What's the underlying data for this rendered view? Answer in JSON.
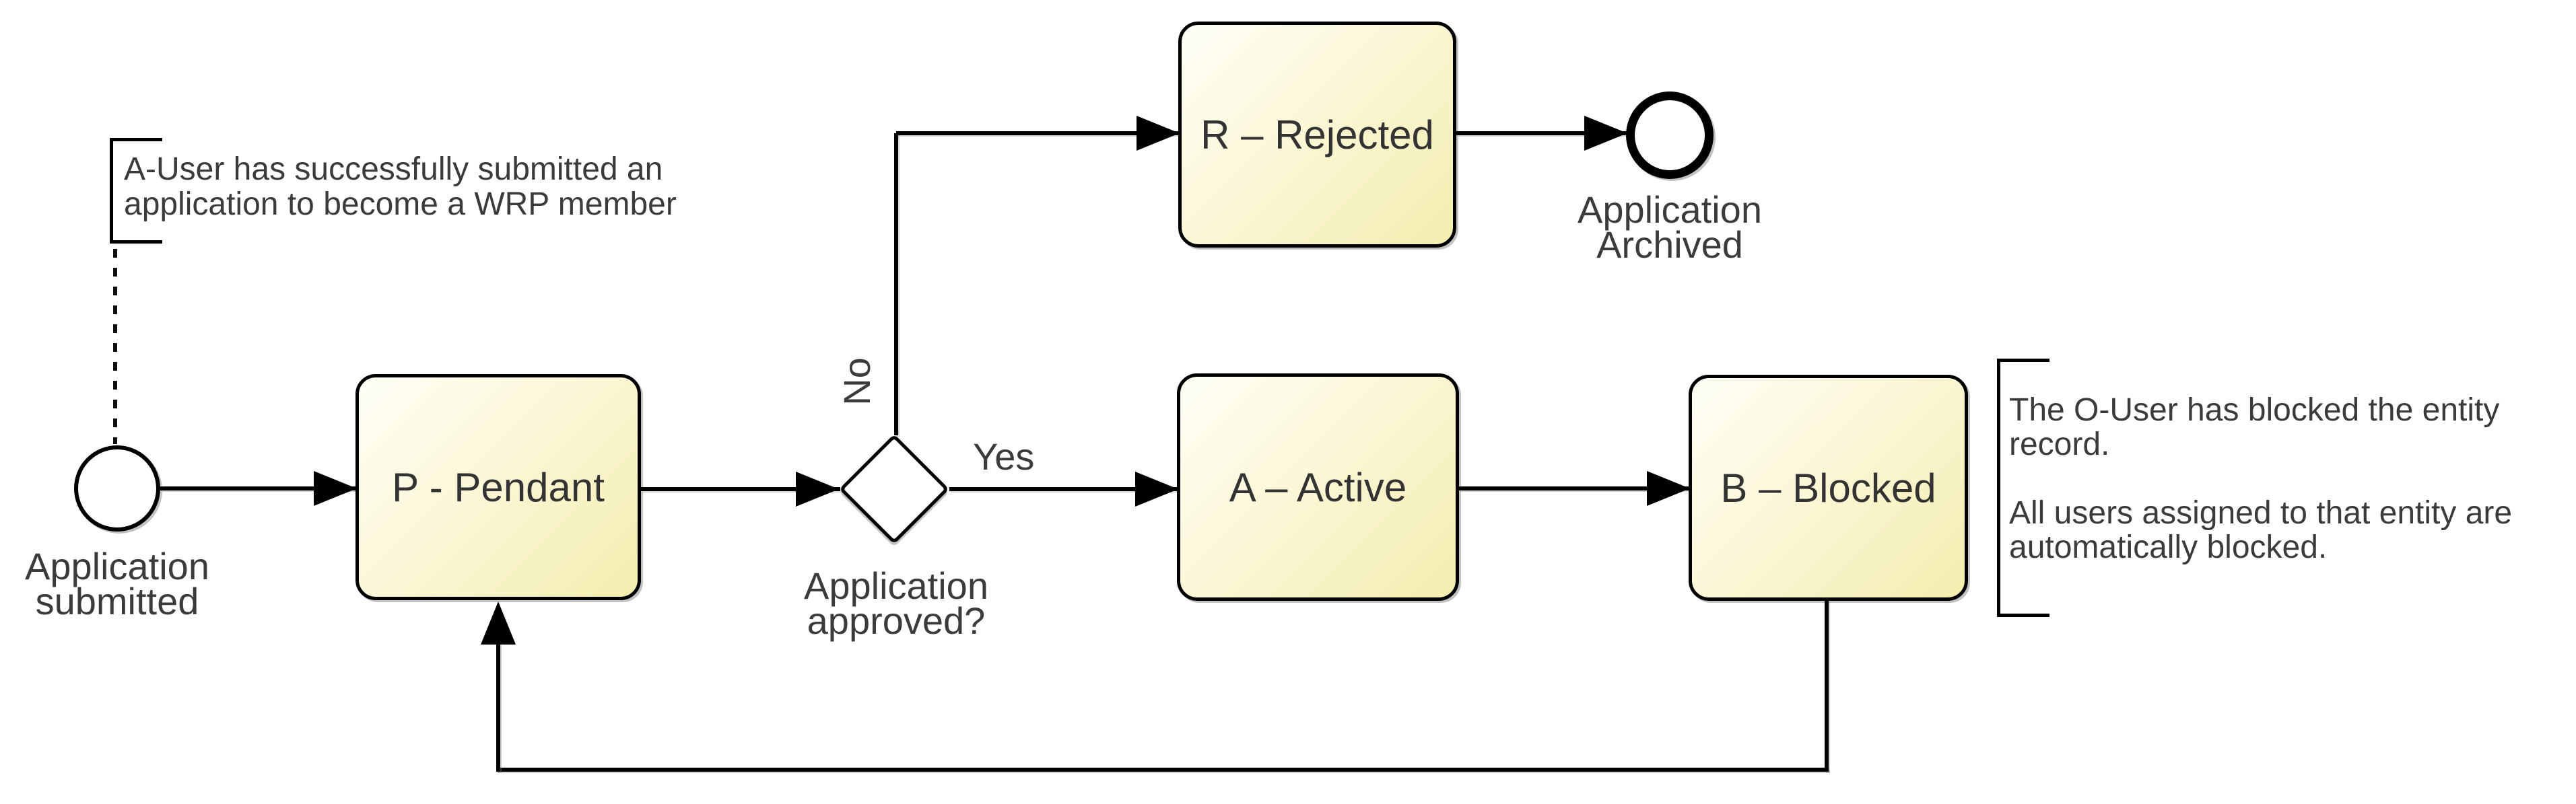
{
  "annotations": {
    "left": {
      "lines": [
        "A-User has successfully submitted an",
        "application to become a WRP member"
      ]
    },
    "right": {
      "lines": [
        "The O-User has blocked the entity",
        "record.",
        "All users assigned to that entity are",
        "automatically blocked."
      ]
    }
  },
  "events": {
    "start": {
      "lines": [
        "Application",
        "submitted"
      ]
    },
    "end": {
      "lines": [
        "Application",
        "Archived"
      ]
    }
  },
  "tasks": {
    "pendant": {
      "label": "P - Pendant"
    },
    "rejected": {
      "label": "R – Rejected"
    },
    "active": {
      "label": "A – Active"
    },
    "blocked": {
      "label": "B – Blocked"
    }
  },
  "gateway": {
    "question_lines": [
      "Application",
      "approved?"
    ],
    "yes_label": "Yes",
    "no_label": "No"
  },
  "colors": {
    "task_fill_top": "#fffef6",
    "task_fill_bottom": "#f3edae",
    "stroke": "#000000",
    "label_text": "#3b3b3b",
    "background": "#ffffff"
  }
}
